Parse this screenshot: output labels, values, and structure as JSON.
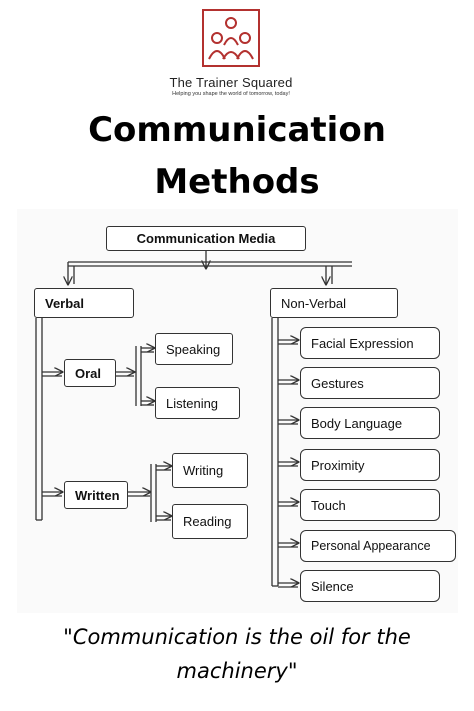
{
  "brand": {
    "name": "The Trainer Squared",
    "tagline": "Helping you shape the world of tomorrow, today!",
    "logo_icon": "three-people-icon",
    "accent_color": "#b3312f"
  },
  "title": {
    "line1": "Communication",
    "line2": "Methods"
  },
  "diagram": {
    "root": "Communication Media",
    "verbal": {
      "label": "Verbal",
      "oral": {
        "label": "Oral",
        "children": [
          "Speaking",
          "Listening"
        ]
      },
      "written": {
        "label": "Written",
        "children": [
          "Writing",
          "Reading"
        ]
      }
    },
    "non_verbal": {
      "label": "Non-Verbal",
      "children": [
        "Facial Expression",
        "Gestures",
        "Body Language",
        "Proximity",
        "Touch",
        "Personal Appearance",
        "Silence"
      ]
    }
  },
  "quote": {
    "line1": "\"Communication is the oil for the",
    "line2": "machinery\""
  }
}
